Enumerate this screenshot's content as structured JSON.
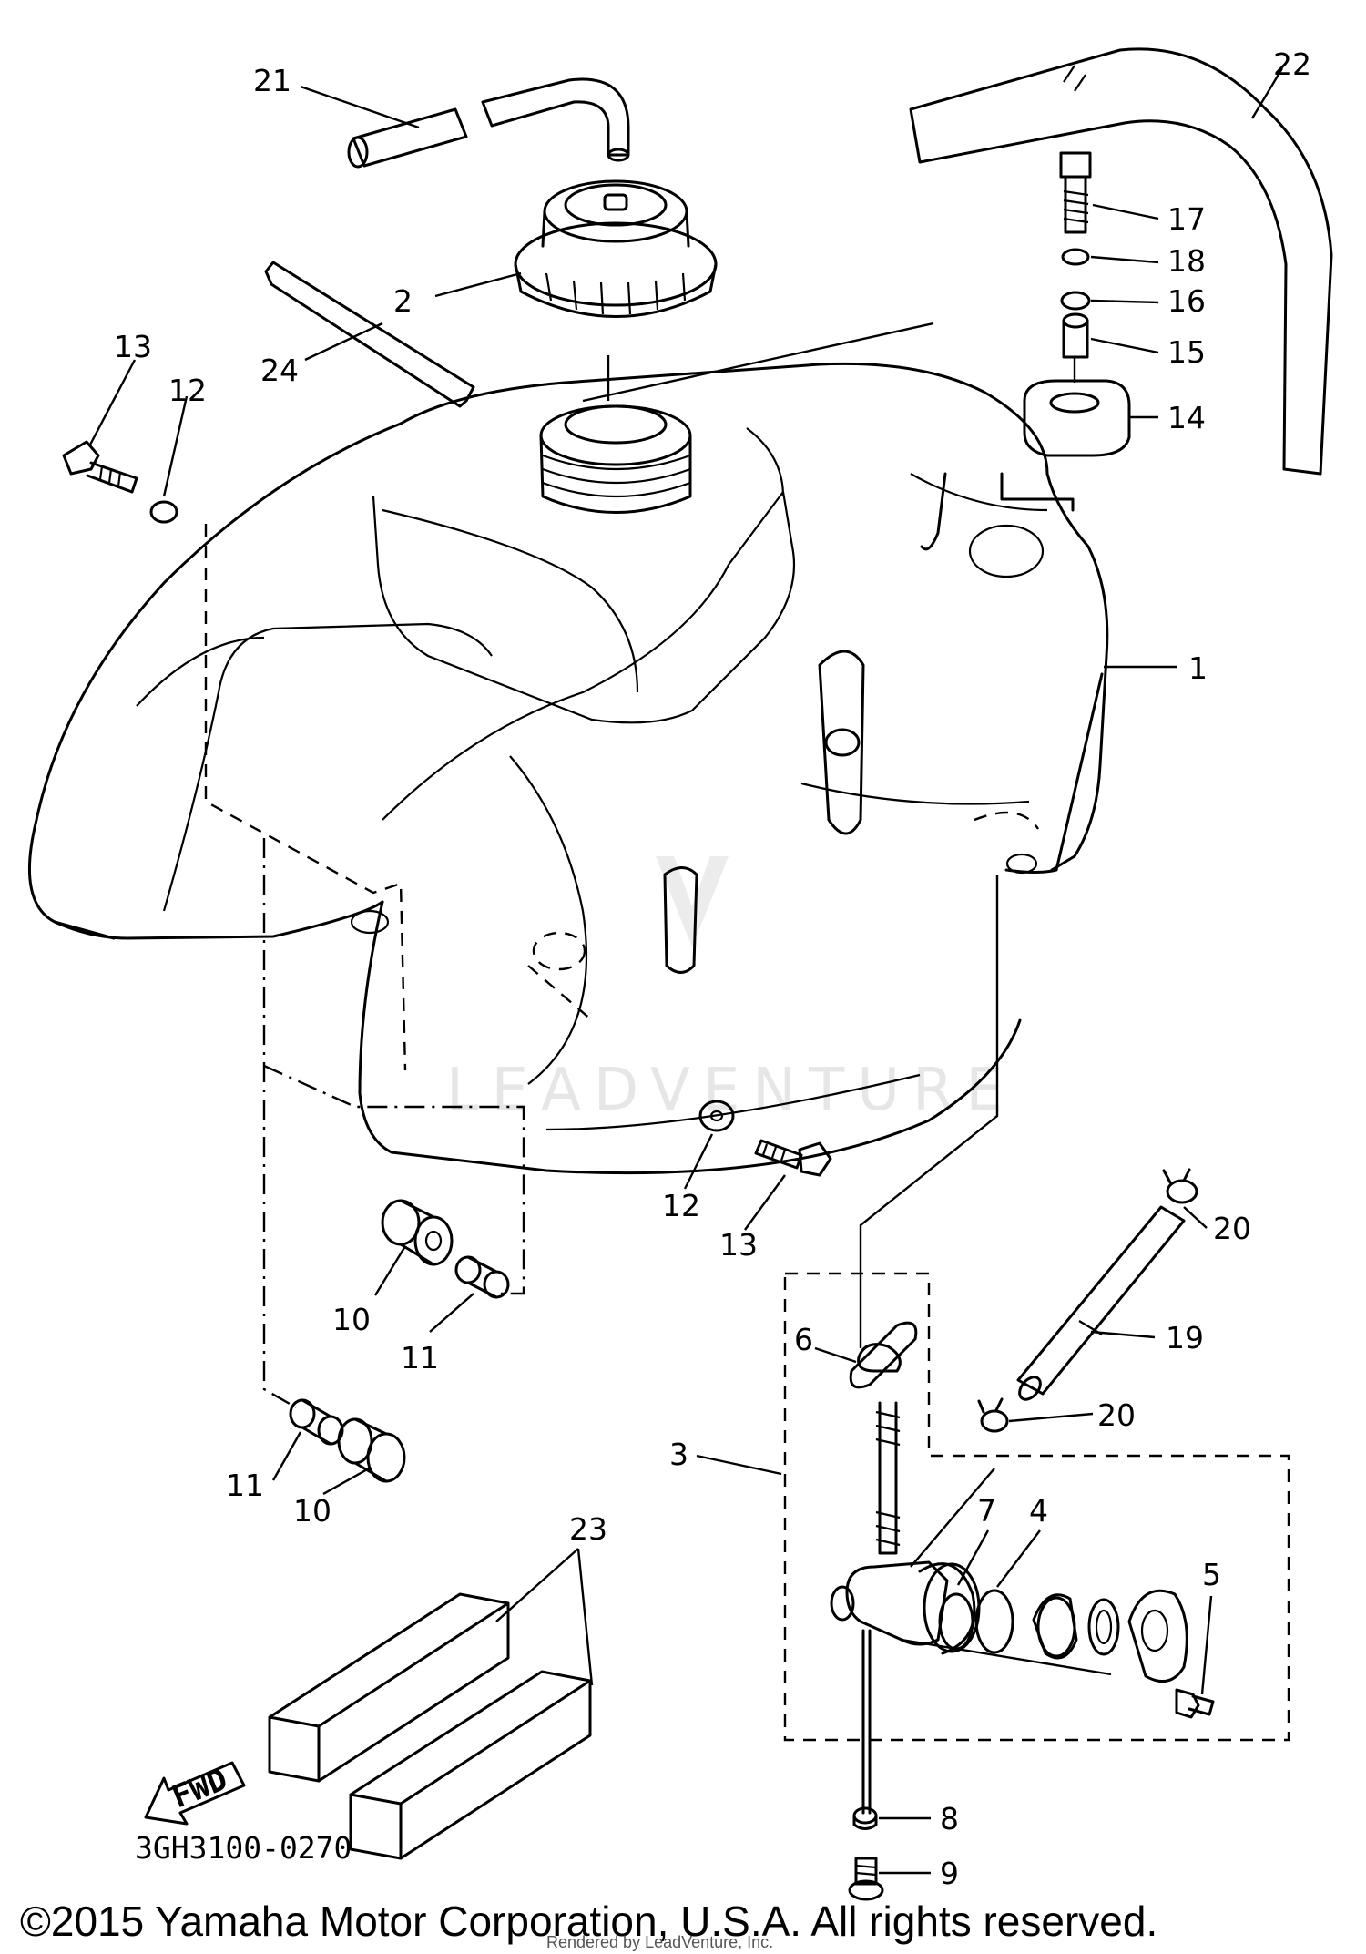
{
  "diagram": {
    "callouts": [
      {
        "id": "c21",
        "label": "21"
      },
      {
        "id": "c22",
        "label": "22"
      },
      {
        "id": "c2",
        "label": "2"
      },
      {
        "id": "c17",
        "label": "17"
      },
      {
        "id": "c18",
        "label": "18"
      },
      {
        "id": "c16",
        "label": "16"
      },
      {
        "id": "c15",
        "label": "15"
      },
      {
        "id": "c14",
        "label": "14"
      },
      {
        "id": "c13a",
        "label": "13"
      },
      {
        "id": "c12a",
        "label": "12"
      },
      {
        "id": "c24",
        "label": "24"
      },
      {
        "id": "c1",
        "label": "1"
      },
      {
        "id": "c12b",
        "label": "12"
      },
      {
        "id": "c13b",
        "label": "13"
      },
      {
        "id": "c20a",
        "label": "20"
      },
      {
        "id": "c10a",
        "label": "10"
      },
      {
        "id": "c11a",
        "label": "11"
      },
      {
        "id": "c6",
        "label": "6"
      },
      {
        "id": "c19",
        "label": "19"
      },
      {
        "id": "c20b",
        "label": "20"
      },
      {
        "id": "c3",
        "label": "3"
      },
      {
        "id": "c11b",
        "label": "11"
      },
      {
        "id": "c10b",
        "label": "10"
      },
      {
        "id": "c7",
        "label": "7"
      },
      {
        "id": "c4",
        "label": "4"
      },
      {
        "id": "c5",
        "label": "5"
      },
      {
        "id": "c23",
        "label": "23"
      },
      {
        "id": "c8",
        "label": "8"
      },
      {
        "id": "c9",
        "label": "9"
      }
    ],
    "fwd_label": "FWD",
    "diagram_code": "3GH3100-0270",
    "watermark": "LEADVENTURE",
    "copyright": "©2015 Yamaha Motor Corporation, U.S.A. All rights reserved.",
    "rendered_by": "Rendered by LeadVenture, Inc."
  }
}
